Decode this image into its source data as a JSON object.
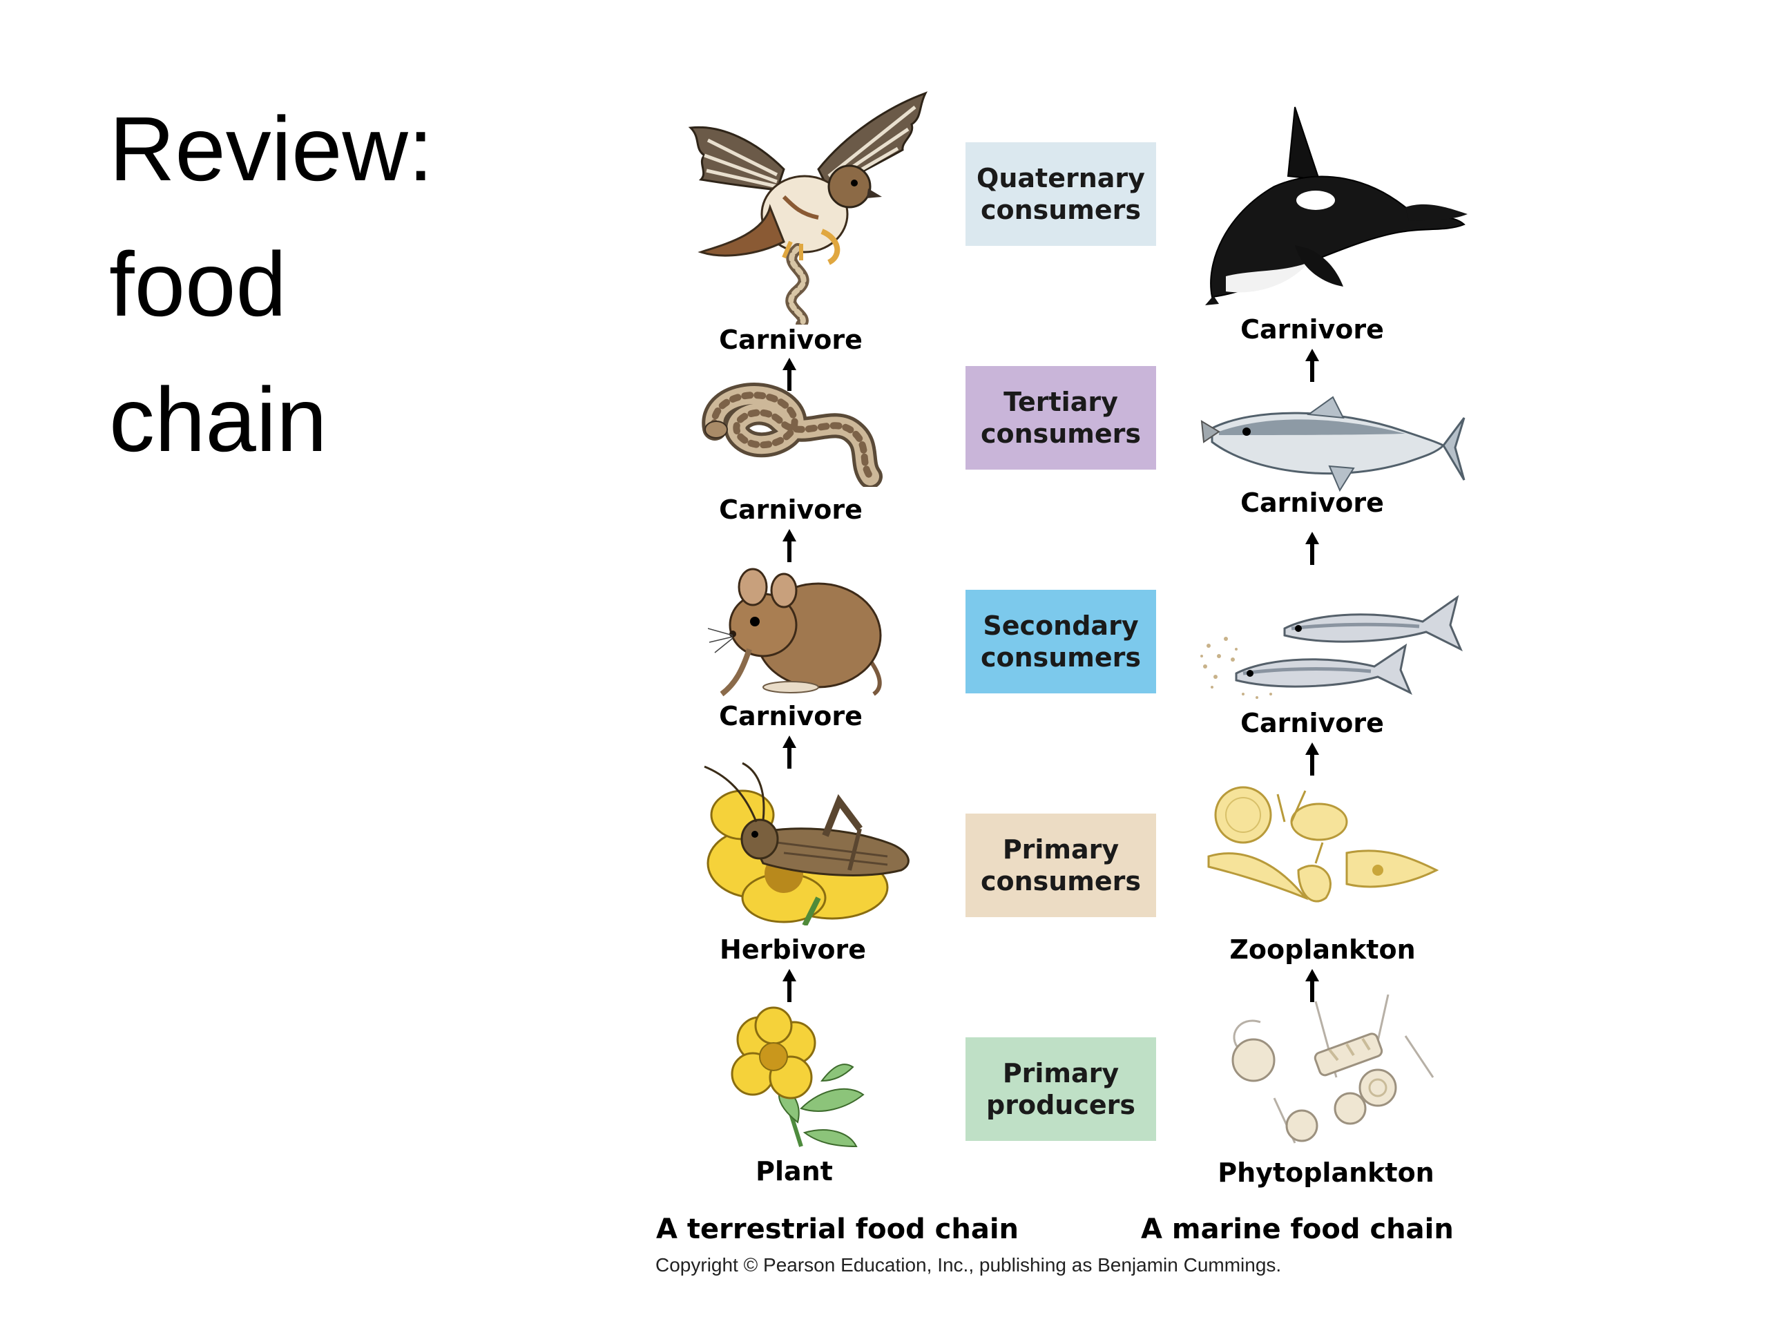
{
  "slide": {
    "title_lines": [
      "Review:",
      "food",
      "chain"
    ]
  },
  "levels": [
    {
      "line1": "Quaternary",
      "line2": "consumers",
      "color": "#dbe8ef"
    },
    {
      "line1": "Tertiary",
      "line2": "consumers",
      "color": "#c9b5d9"
    },
    {
      "line1": "Secondary",
      "line2": "consumers",
      "color": "#7cc9ec"
    },
    {
      "line1": "Primary",
      "line2": "consumers",
      "color": "#ecdcc4"
    },
    {
      "line1": "Primary",
      "line2": "producers",
      "color": "#bfe0c6"
    }
  ],
  "terrestrial": {
    "caption": "A terrestrial food chain",
    "labels": [
      "Carnivore",
      "Carnivore",
      "Carnivore",
      "Herbivore",
      "Plant"
    ],
    "organisms": [
      "hawk-icon",
      "snake-icon",
      "mouse-icon",
      "grasshopper-icon",
      "flower-icon"
    ]
  },
  "marine": {
    "caption": "A marine food chain",
    "labels": [
      "Carnivore",
      "Carnivore",
      "Carnivore",
      "Zooplankton",
      "Phytoplankton"
    ],
    "organisms": [
      "orca-icon",
      "tuna-icon",
      "fish-icon",
      "zooplankton-icon",
      "phytoplankton-icon"
    ]
  },
  "copyright": "Copyright © Pearson Education, Inc., publishing as Benjamin Cummings."
}
